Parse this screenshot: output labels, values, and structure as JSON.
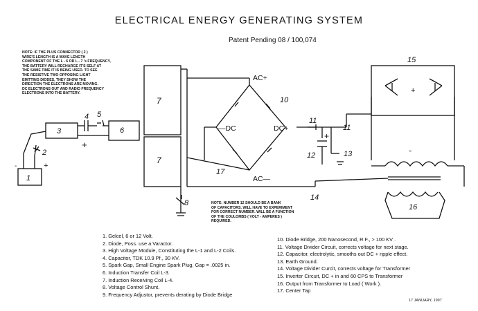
{
  "title": "ELECTRICAL ENERGY GENERATING SYSTEM",
  "subtitle": "Patent Pending  08 / 100,074",
  "note_top": [
    "NOTE: IF THE PLUS CONNECTOR  ( 2 )",
    "WIRE'S LENGTH IS A WAVE LENGTH",
    "COMPONENT OF THE L - 6 OR L - 7 's FREQUENCY,",
    "THE BATTERY WILL RECHARGE IT'S SELF AT",
    "THE SAME TIME IT IS BEING USED. TO SEE",
    "THE RESISTIVE TWO OPPOSING LIGHT",
    "EMITTING DIODES, THEY SHOW THE",
    "DIRECTION THE ELECTRONS ARE MOVING.",
    "DC ELECTRONS OUT AND RADIO FREQUENCY",
    "ELECTRONS INTO THE BATTERY."
  ],
  "note_mid": [
    "NOTE: NUMBER 12 SHOULD BE A BANK",
    "OF CAPACITORS.  WILL HAVE TO EXPERIMENT",
    "FOR CORRECT NUMBER. WILL BE A FUNCTION",
    "OF THE COULOMBS ( VOLT - AMPERES )",
    "REQUIRED."
  ],
  "diagram_labels": {
    "ac_plus": "AC+",
    "ac_minus": "AC—",
    "dc_minus": "—DC",
    "dc_plus": "DC+",
    "n1": "1",
    "n2": "2",
    "n3": "3",
    "n4": "4",
    "n5": "5",
    "n6": "6",
    "n7a": "7",
    "n7b": "7",
    "n8": "8",
    "n10": "10",
    "n11a": "11",
    "n11b": "11",
    "n12": "12",
    "n13": "13",
    "n14": "14",
    "n15": "15",
    "n16": "16",
    "n17": "17",
    "plus": "+",
    "minus": "-"
  },
  "legend_left": [
    "1. Gelcel, 6 or 12 Volt.",
    "2. Diode, Poss. use a Varactor.",
    "3. High Voltage Module, Constituting the L-1 and L-2 Coils.",
    "4. Capacitor, TDK 10.9  Pf., 30 KV.",
    "5. Spark Gap, Small Engine Spark Plug, Gap = .0025 in.",
    "6. Induction Transfer Coil  L-3.",
    "7. Induction Receiving Coil L-4.",
    "8. Voltage Control Shunt.",
    "9. Frequency Adjustor, prevents derating by Diode Bridge"
  ],
  "legend_right": [
    "10. Diode Bridge, 200 Nanosecond, R.F., > 100 KV .",
    "11. Voltage Divider Circuit, corrects voltage for next stage.",
    "12. Capacitor, electrolytic, smooths out DC + ripple effect.",
    "13. Earth Ground.",
    "14. Voltage Divider Curcit, corrects voltage for Transformer",
    "15. Inverter Circuit, DC + in and 60 CPS  to Transformer",
    "16. Output from Transformer to Load ( Work ).",
    "17.  Center Tap"
  ],
  "date": "17 JANUARY, 1997"
}
